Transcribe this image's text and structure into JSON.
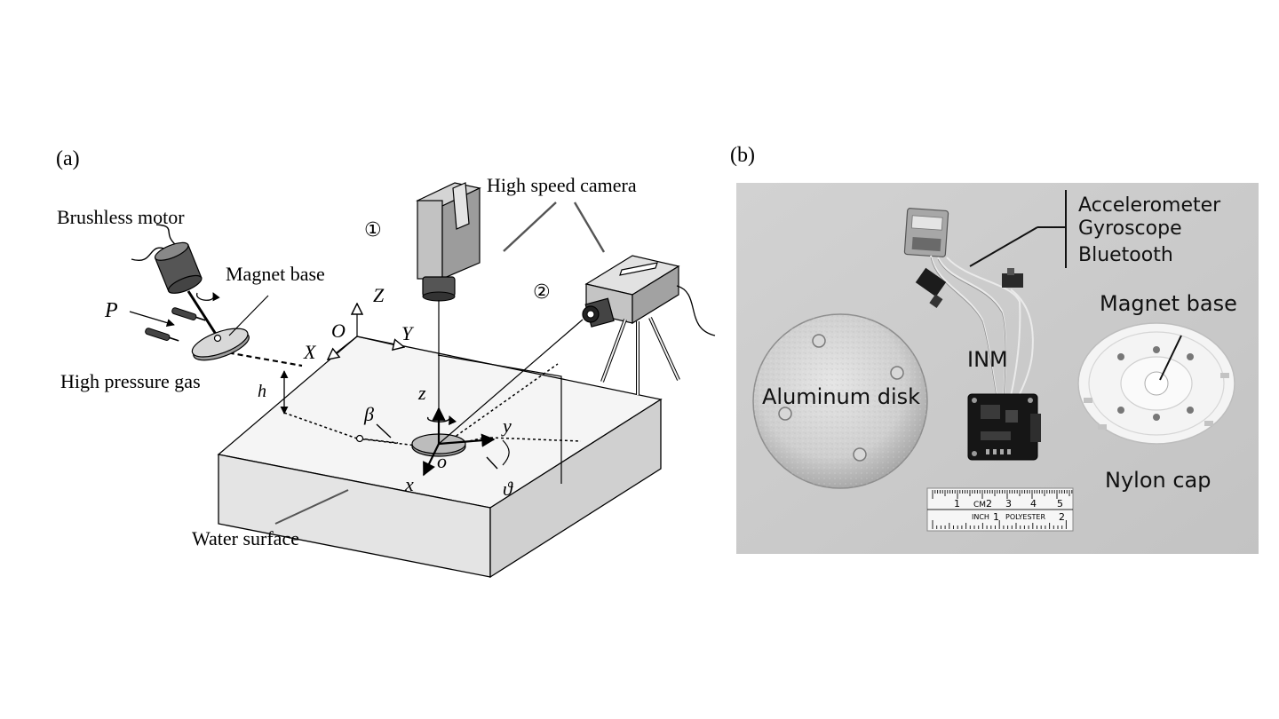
{
  "panel_a": {
    "panel_label": "(a)",
    "labels": {
      "brushless_motor": "Brushless motor",
      "magnet_base": "Magnet base",
      "high_pressure_gas": "High pressure gas",
      "high_speed_camera": "High speed camera",
      "water_surface": "Water surface",
      "camera1": "①",
      "camera2": "②"
    },
    "symbols": {
      "P": "P",
      "h": "h",
      "Z": "Z",
      "O": "O",
      "X": "X",
      "Y": "Y",
      "z": "z",
      "o": "o",
      "x": "x",
      "y": "y",
      "beta": "β",
      "theta": "ϑ"
    }
  },
  "panel_b": {
    "panel_label": "(b)",
    "labels": {
      "accelerometer": "Accelerometer",
      "gyroscope": "Gyroscope",
      "bluetooth": "Bluetooth",
      "aluminum_disk": "Aluminum disk",
      "inm": "INM",
      "magnet_base": "Magnet base",
      "nylon_cap": "Nylon cap"
    },
    "ruler": {
      "cm_label": "CM",
      "inch_label": "INCH",
      "brand": "POLYESTER",
      "cm_numbers": [
        "1",
        "2",
        "3",
        "4",
        "5"
      ],
      "inch_numbers": [
        "1",
        "2"
      ]
    }
  }
}
